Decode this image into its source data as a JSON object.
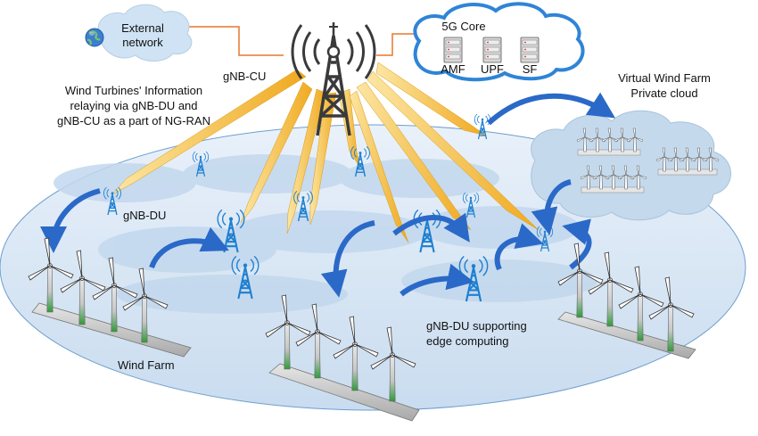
{
  "external_network": {
    "line1": "External",
    "line2": "network"
  },
  "core": {
    "title": "5G Core",
    "servers": [
      "AMF",
      "UPF",
      "SF"
    ]
  },
  "gnb_cu_label": "gNB-CU",
  "relay_note": {
    "line1": "Wind Turbines' Information",
    "line2": "relaying via gNB-DU and",
    "line3": "gNB-CU as a part of NG-RAN"
  },
  "virtual_farm": {
    "line1": "Virtual Wind Farm",
    "line2": "Private cloud"
  },
  "gnb_du_label": "gNB-DU",
  "edge_label": {
    "line1": "gNB-DU supporting",
    "line2": "edge computing"
  },
  "wind_farm_label": "Wind Farm",
  "colors": {
    "tower": "#1e7fd0",
    "beam": "#f2b823",
    "cloud": "#cfe3f4",
    "core_cloud": "#2f84d6",
    "arrow": "#2a69c8",
    "link": "#e8772e",
    "ellipse": "#dbe8f6"
  }
}
